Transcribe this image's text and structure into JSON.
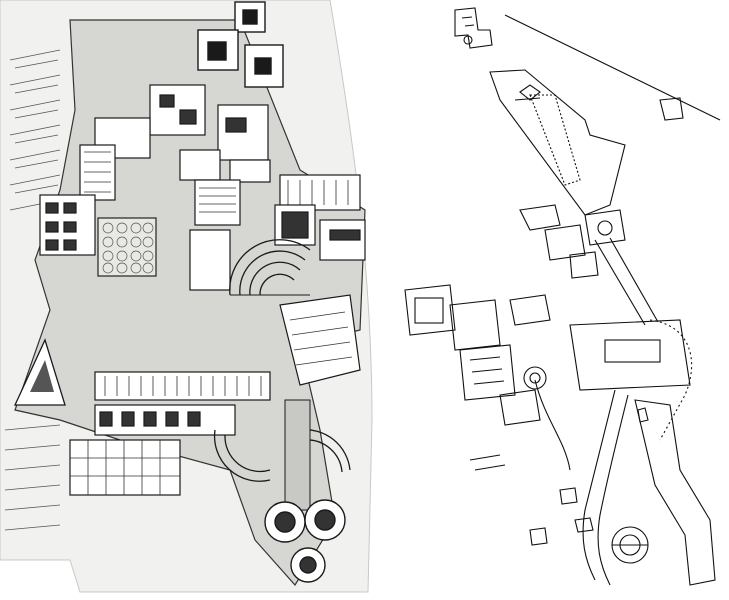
{
  "figure": {
    "left_plan": {
      "kind": "architectural-site-plan",
      "rendering": "shaded-drawing",
      "colors": {
        "paper": "#f1f1ef",
        "ink": "#1a1a1a",
        "shade": "#b9b9b6",
        "site": "#d6d6d3"
      }
    },
    "right_plan": {
      "kind": "architectural-site-plan",
      "rendering": "line-drawing",
      "colors": {
        "paper": "#ffffff",
        "ink": "#111111"
      }
    }
  }
}
